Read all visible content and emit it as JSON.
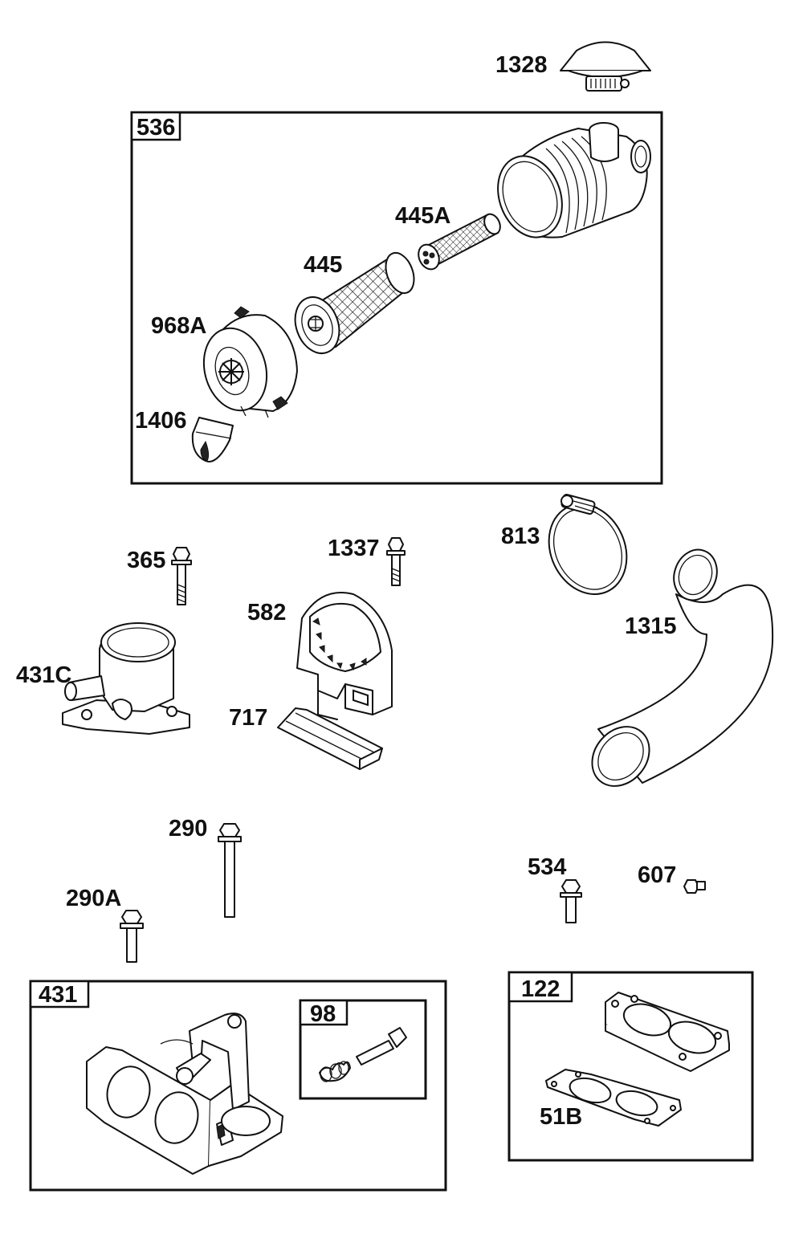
{
  "groups": {
    "g536": "536",
    "g431": "431",
    "g98": "98",
    "g122": "122"
  },
  "labels": {
    "p1328": "1328",
    "p445A": "445A",
    "p445": "445",
    "p968A": "968A",
    "p1406": "1406",
    "p813": "813",
    "p365": "365",
    "p1337": "1337",
    "p582": "582",
    "p1315": "1315",
    "p431C": "431C",
    "p717": "717",
    "p290": "290",
    "p534": "534",
    "p607": "607",
    "p290A": "290A",
    "p51B": "51B"
  }
}
